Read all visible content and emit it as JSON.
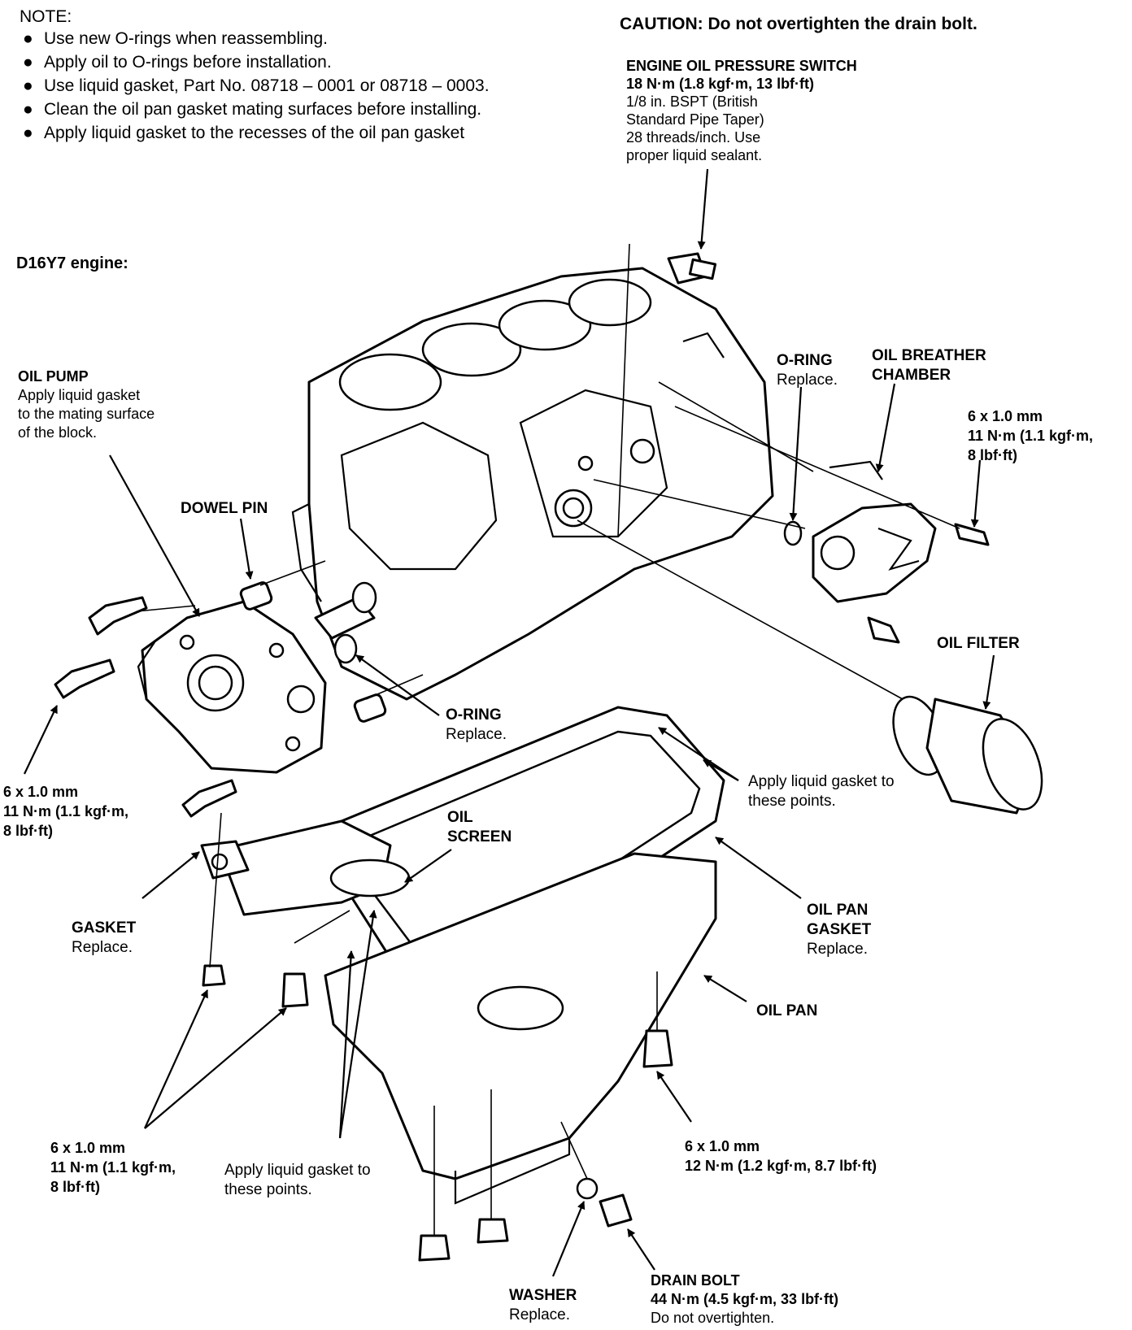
{
  "note": {
    "heading": "NOTE:",
    "bullet": "●",
    "items": [
      "Use new O-rings when reassembling.",
      "Apply oil to O-rings before installation.",
      "Use liquid gasket, Part No. 08718 – 0001 or 08718 – 0003.",
      "Clean the oil pan gasket mating surfaces before installing.",
      "Apply liquid gasket to the recesses of the oil pan gasket"
    ]
  },
  "engine_label": "D16Y7 engine:",
  "caution": "CAUTION:  Do not overtighten the drain bolt.",
  "callouts": {
    "oil_pressure_switch": {
      "title": "ENGINE OIL PRESSURE SWITCH",
      "torque": "18 N·m (1.8 kgf·m, 13 lbf·ft)",
      "spec1": "1/8 in. BSPT (British",
      "spec2": "Standard Pipe Taper)",
      "spec3": "28 threads/inch. Use",
      "spec4": "proper liquid sealant."
    },
    "oil_pump": {
      "title": "OIL PUMP",
      "l1": "Apply liquid gasket",
      "l2": "to the mating surface",
      "l3": "of the block."
    },
    "dowel_pin": "DOWEL PIN",
    "oring_top": {
      "title": "O-RING",
      "sub": "Replace."
    },
    "breather": {
      "l1": "OIL BREATHER",
      "l2": "CHAMBER"
    },
    "bolt_breather": {
      "l1": "6 x 1.0 mm",
      "l2": "11 N·m (1.1 kgf·m,",
      "l3": "8 lbf·ft)"
    },
    "oil_filter": "OIL FILTER",
    "oring_pump": {
      "title": "O-RING",
      "sub": "Replace."
    },
    "bolt_pump": {
      "l1": "6 x 1.0 mm",
      "l2": "11 N·m (1.1 kgf·m,",
      "l3": "8 lbf·ft)"
    },
    "apply_top": {
      "l1": "Apply liquid gasket to",
      "l2": "these points."
    },
    "oil_screen": {
      "l1": "OIL",
      "l2": "SCREEN"
    },
    "oil_pan_gasket": {
      "l1": "OIL PAN",
      "l2": "GASKET",
      "sub": "Replace."
    },
    "gasket": {
      "title": "GASKET",
      "sub": "Replace."
    },
    "oil_pan": "OIL PAN",
    "bolt_bottom_left": {
      "l1": "6 x 1.0 mm",
      "l2": "11 N·m (1.1 kgf·m,",
      "l3": "8 lbf·ft)"
    },
    "apply_bottom": {
      "l1": "Apply liquid gasket to",
      "l2": "these points."
    },
    "bolt_bottom_right": {
      "l1": "6  x 1.0 mm",
      "l2": "12 N·m (1.2 kgf·m, 8.7 lbf·ft)"
    },
    "washer": {
      "title": "WASHER",
      "sub": "Replace."
    },
    "drain_bolt": {
      "title": "DRAIN BOLT",
      "torque": "44 N·m (4.5 kgf·m, 33 lbf·ft)",
      "sub": "Do not overtighten."
    }
  }
}
